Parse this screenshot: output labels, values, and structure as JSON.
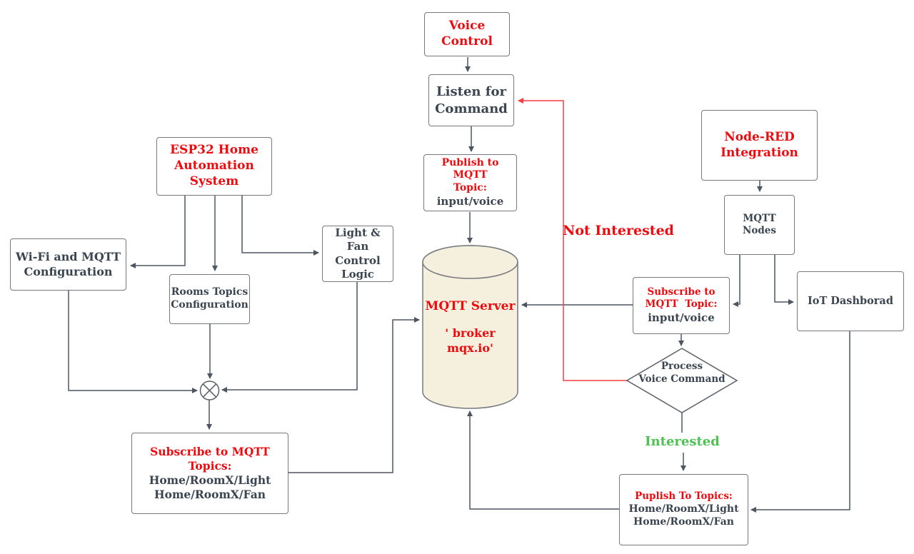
{
  "colors": {
    "red_text": "#ef0a0e",
    "red_line": "#fb3a40",
    "green_text": "#4cc253",
    "ink_text": "#3a4551",
    "box_border": "#76797e",
    "line": "#4d5560",
    "cylinder_fill": "#f4f0dd",
    "background": "#ffffff"
  },
  "nodes": {
    "voice_control": {
      "label": "Voice\nControl"
    },
    "listen_command": {
      "label": "Listen for Command"
    },
    "publish_voice": {
      "title": "Publish to MQTT\nTopic:",
      "body": "input/voice"
    },
    "esp32": {
      "label": "ESP32 Home Automation System"
    },
    "wifi_config": {
      "label": "Wi-Fi and MQTT Configuration"
    },
    "rooms_config": {
      "label": "Rooms Topics Configuration"
    },
    "light_fan": {
      "label": "Light & Fan Control Logic"
    },
    "subscribe_esp": {
      "title": "Subscribe to MQTT\nTopics:",
      "topic1": "Home/RoomX/Light",
      "topic2": "Home/RoomX/Fan"
    },
    "mqtt_server": {
      "title": "MQTT Server",
      "broker": "' broker\nmqx.io'"
    },
    "node_red": {
      "label": "Node-RED Integration"
    },
    "mqtt_nodes": {
      "label": "MQTT Nodes"
    },
    "iot_dashboard": {
      "label": "IoT Dashborad"
    },
    "subscribe_nr": {
      "title": "Subscribe to\nMQTT  Topic:",
      "body": "input/voice"
    },
    "process_voice": {
      "label": "Process\nVoice Command"
    },
    "publish_topics": {
      "title": "Puplish To Topics:",
      "topic1": "Home/RoomX/Light",
      "topic2": "Home/RoomX/Fan"
    }
  },
  "edge_labels": {
    "not_interested": "Not Interested",
    "interested": "Interested"
  }
}
